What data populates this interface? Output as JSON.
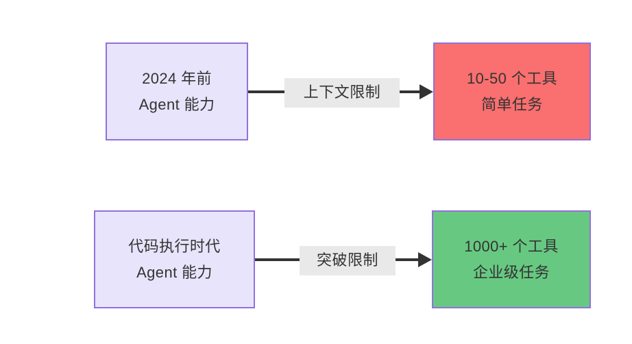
{
  "diagram": {
    "type": "flowchart",
    "direction": "left-to-right",
    "background_color": "#ffffff",
    "text_color": "#333333",
    "border_color": "#9370db",
    "edge_color": "#333333",
    "edge_label_background": "#e9e9e9",
    "rows": [
      {
        "id": "row-before-2024",
        "source": {
          "id": "node-before-agent",
          "line1": "2024 年前",
          "line2": "Agent 能力",
          "fill_color": "#e8e4fb"
        },
        "edge": {
          "id": "edge-context-limit",
          "label": "上下文限制",
          "arrow": "right"
        },
        "target": {
          "id": "node-simple-tasks",
          "line1": "10-50 个工具",
          "line2": "简单任务",
          "fill_color": "#fa6f6f"
        }
      },
      {
        "id": "row-code-execution-era",
        "source": {
          "id": "node-code-era-agent",
          "line1": "代码执行时代",
          "line2": "Agent 能力",
          "fill_color": "#e8e4fb"
        },
        "edge": {
          "id": "edge-break-limit",
          "label": "突破限制",
          "arrow": "right"
        },
        "target": {
          "id": "node-enterprise-tasks",
          "line1": "1000+ 个工具",
          "line2": "企业级任务",
          "fill_color": "#67c981"
        }
      }
    ]
  }
}
